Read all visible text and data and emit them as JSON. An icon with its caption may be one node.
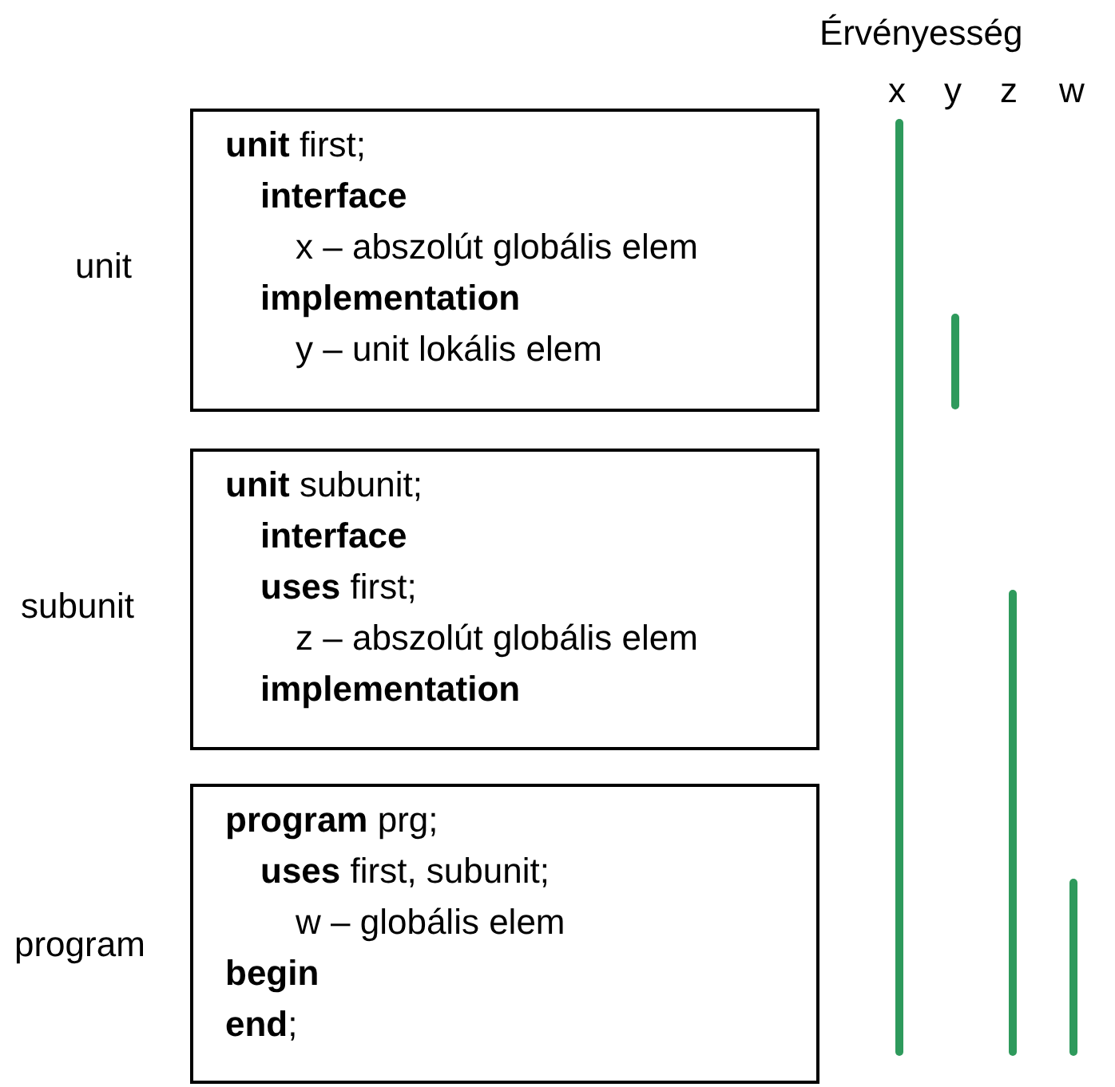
{
  "diagram": {
    "nodes": [
      {
        "text": [
          "**unit** first;",
          "**interface**",
          "x – abszolút globális elem",
          "**implementation**",
          "y – unit lokális elem"
        ],
        "beside": [
          "unit"
        ]
      },
      {
        "text": [
          "**unit** subunit;",
          "**interface**",
          "**uses** first;",
          "z – abszolút globális elem",
          "**implementation**"
        ],
        "beside": [
          "subunit"
        ]
      },
      {
        "text": [
          "**program** prg;",
          "**uses** first, subunit;",
          "w – globális elem",
          "**begin**",
          "**end**;"
        ],
        "beside": [
          "program"
        ]
      }
    ],
    "labels": [
      "Érvényesség",
      "x",
      "y",
      "z",
      "w"
    ]
  }
}
